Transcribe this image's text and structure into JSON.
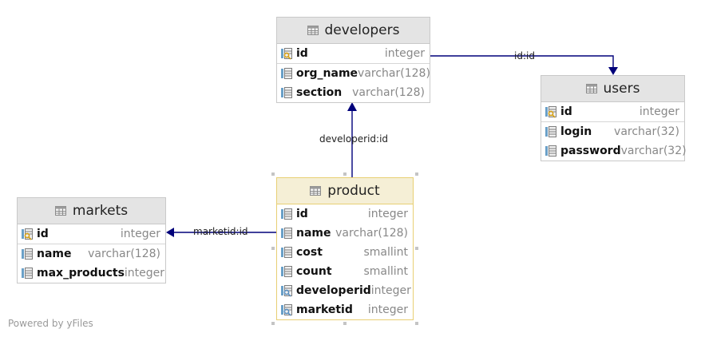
{
  "tables": {
    "developers": {
      "name": "developers",
      "pk": [
        {
          "name": "id",
          "type": "integer"
        }
      ],
      "columns": [
        {
          "name": "org_name",
          "type": "varchar(128)"
        },
        {
          "name": "section",
          "type": "varchar(128)"
        }
      ]
    },
    "users": {
      "name": "users",
      "pk": [
        {
          "name": "id",
          "type": "integer"
        }
      ],
      "columns": [
        {
          "name": "login",
          "type": "varchar(32)"
        },
        {
          "name": "password",
          "type": "varchar(32)"
        }
      ]
    },
    "markets": {
      "name": "markets",
      "pk": [
        {
          "name": "id",
          "type": "integer"
        }
      ],
      "columns": [
        {
          "name": "name",
          "type": "varchar(128)"
        },
        {
          "name": "max_products",
          "type": "integer"
        }
      ]
    },
    "product": {
      "name": "product",
      "pk": [
        {
          "name": "id",
          "type": "integer"
        }
      ],
      "columns": [
        {
          "name": "name",
          "type": "varchar(128)"
        },
        {
          "name": "cost",
          "type": "smallint"
        },
        {
          "name": "count",
          "type": "smallint"
        },
        {
          "name": "developerid",
          "type": "integer"
        },
        {
          "name": "marketid",
          "type": "integer"
        }
      ]
    }
  },
  "relations": {
    "developers_users": "id:id",
    "product_developers": "developerid:id",
    "product_markets": "marketid:id"
  },
  "colors": {
    "edge": "#00007a",
    "header": "#e4e4e4",
    "selected_border": "#e8cf74"
  },
  "watermark": "Powered by yFiles"
}
